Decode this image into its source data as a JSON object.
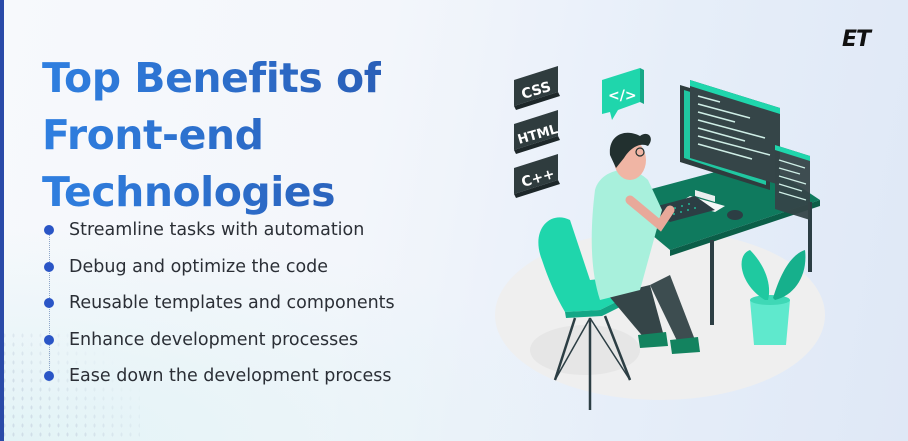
{
  "title": {
    "lines": [
      "Top Benefits of",
      "Front-end",
      "Technologies"
    ]
  },
  "benefits": [
    "Streamline tasks with automation",
    "Debug and optimize the code",
    "Reusable templates and components",
    "Enhance development processes",
    "Ease down the development process"
  ],
  "logo": {
    "text": "ET"
  },
  "illustration": {
    "tags": [
      "CSS",
      "HTML",
      "C++"
    ],
    "bubble_text": "</>"
  },
  "colors": {
    "title_start": "#2f7fe0",
    "title_end": "#2a5fb8",
    "bullet_dot": "#2a55c6",
    "left_strip": "#2a4aa8",
    "accent_green": "#1dd3a7",
    "desk_green": "#0f7a5e",
    "dark_slate": "#2c3e44"
  }
}
